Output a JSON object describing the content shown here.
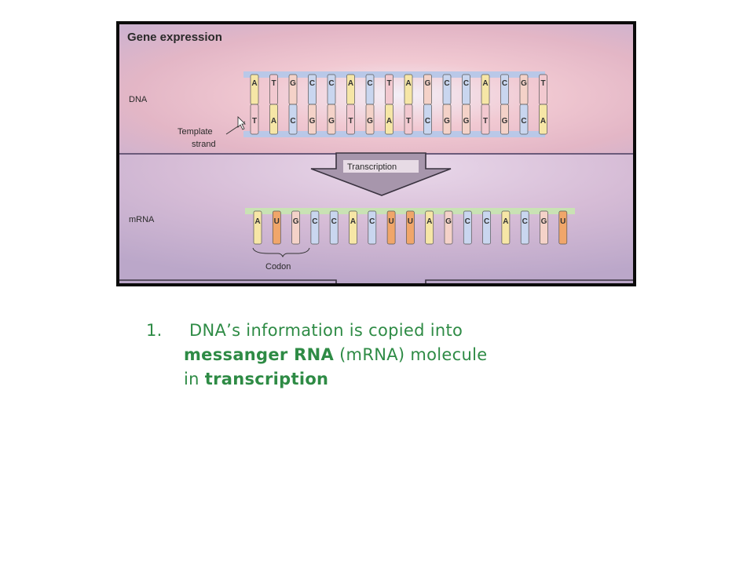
{
  "figure": {
    "title": "Gene expression",
    "dna_label": "DNA",
    "template_label_line1": "Template",
    "template_label_line2": "strand",
    "transcription_label": "Transcription",
    "mrna_label": "mRNA",
    "codon_label": "Codon",
    "top_strand": [
      "A",
      "T",
      "G",
      "C",
      "C",
      "A",
      "C",
      "T",
      "A",
      "G",
      "C",
      "C",
      "A",
      "C",
      "G",
      "T"
    ],
    "template_strand": [
      "T",
      "A",
      "C",
      "G",
      "G",
      "T",
      "G",
      "A",
      "T",
      "C",
      "G",
      "G",
      "T",
      "G",
      "C",
      "A"
    ],
    "mrna_strand": [
      "A",
      "U",
      "G",
      "C",
      "C",
      "A",
      "C",
      "U",
      "U",
      "A",
      "G",
      "C",
      "C",
      "A",
      "C",
      "G",
      "U"
    ],
    "colors": {
      "A": "#f6e6a6",
      "T": "#f2c9d0",
      "G": "#f4d2c8",
      "C": "#c9d6ef",
      "U": "#f0a66a",
      "backbone_dna": "#b9c8e8",
      "backbone_mrna": "#c9e2b4",
      "accent_text": "#2e8b45"
    }
  },
  "caption": {
    "number": "1.",
    "line1": " DNA’s information is copied into",
    "line2_bold1": "messanger RNA",
    "line2_rest": " (mRNA) molecule",
    "line3_pre": "in ",
    "line3_bold": "transcription"
  }
}
